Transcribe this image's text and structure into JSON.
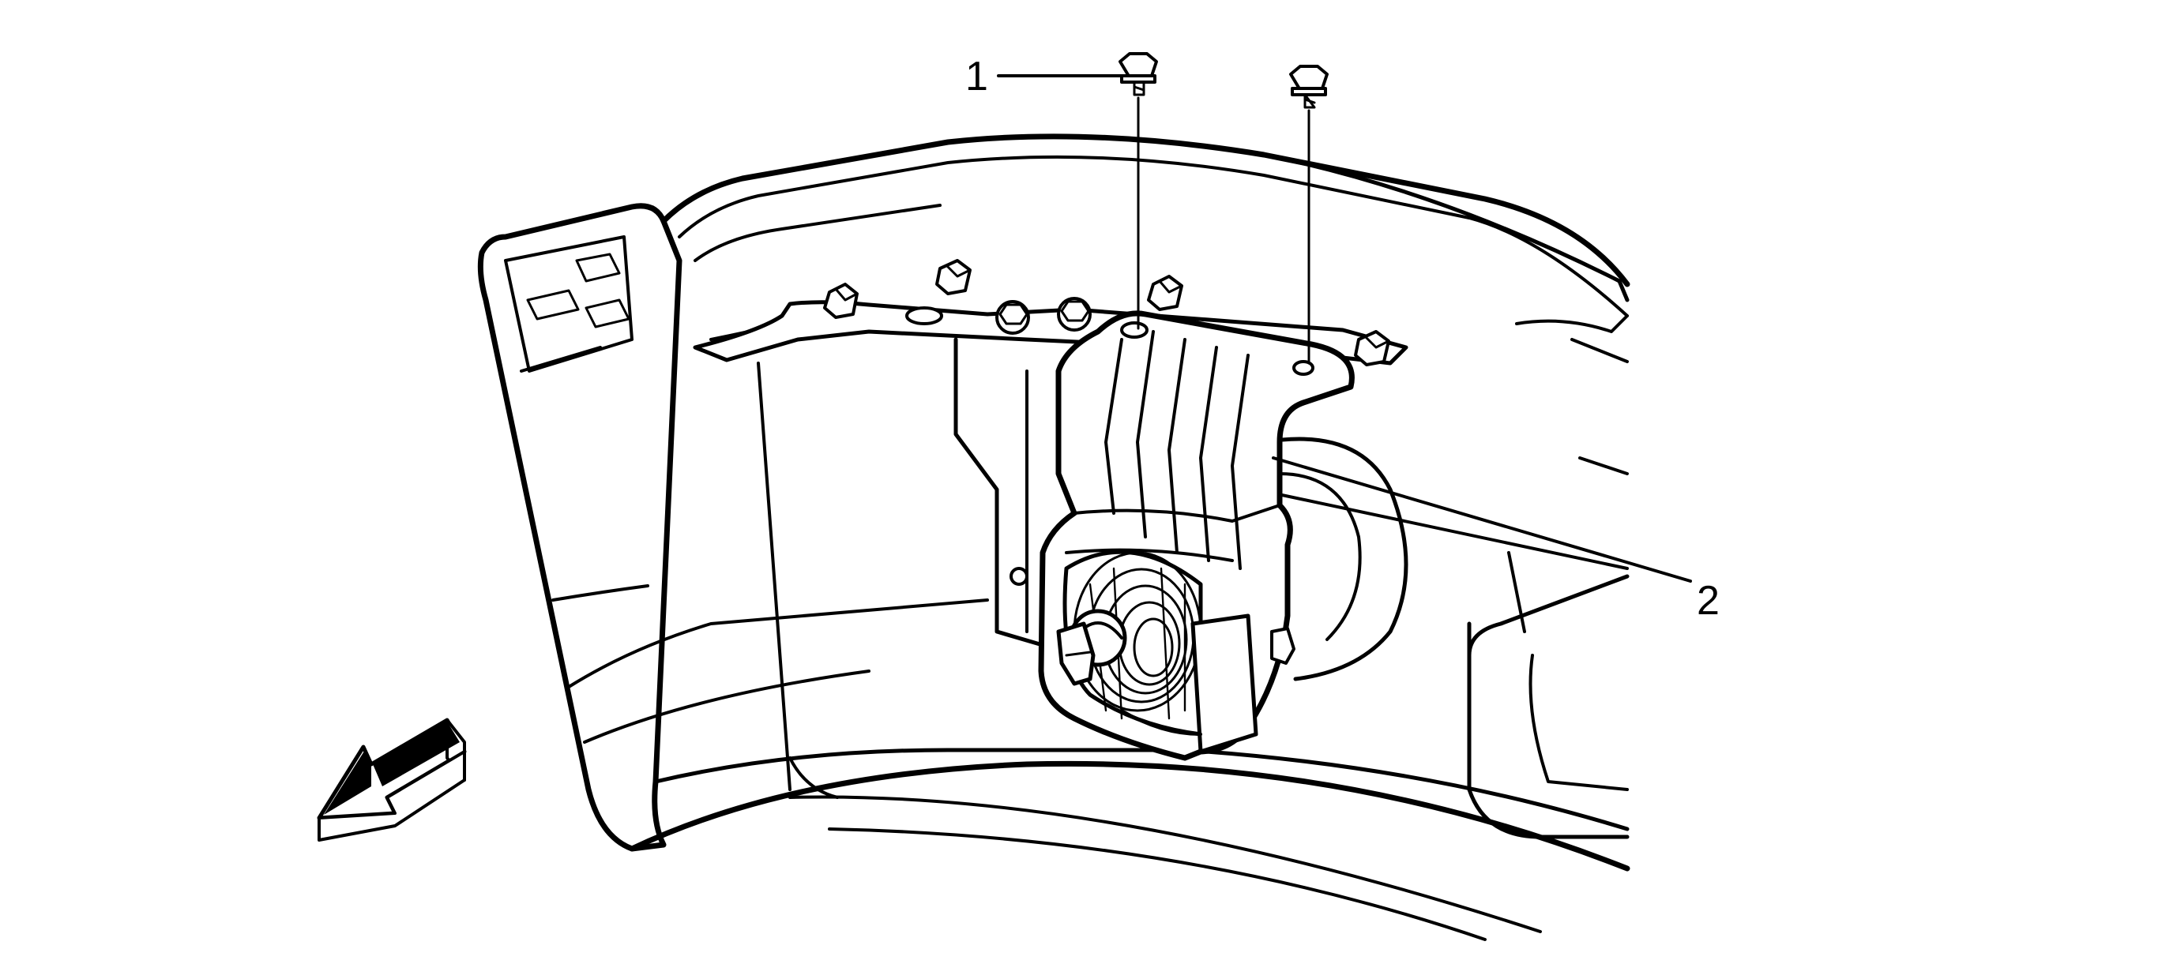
{
  "diagram": {
    "colors": {
      "line": "#000000",
      "background": "#ffffff"
    },
    "callouts": [
      {
        "id": 1,
        "label": "1",
        "part_icon": "bolt-icon"
      },
      {
        "id": 2,
        "label": "2",
        "part_icon": "horn-bracket"
      }
    ],
    "direction_indicator": "front-arrow-icon"
  }
}
